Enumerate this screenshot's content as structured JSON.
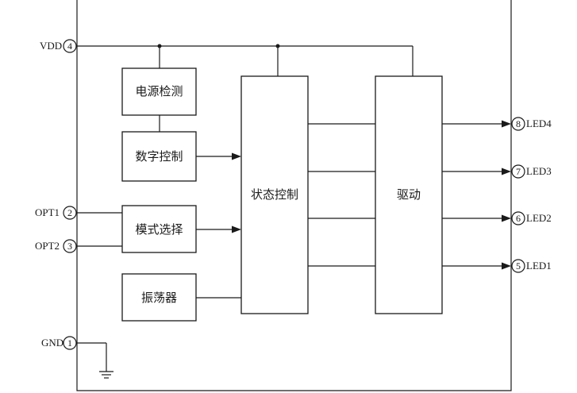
{
  "blocks": {
    "power_detect": "电源检测",
    "digital_control": "数字控制",
    "mode_select": "模式选择",
    "oscillator": "振荡器",
    "state_control": "状态控制",
    "driver": "驱动"
  },
  "pins": {
    "vdd": {
      "name": "VDD",
      "num": "4"
    },
    "opt1": {
      "name": "OPT1",
      "num": "2"
    },
    "opt2": {
      "name": "OPT2",
      "num": "3"
    },
    "gnd": {
      "name": "GND",
      "num": "1"
    },
    "led4": {
      "name": "LED4",
      "num": "8"
    },
    "led3": {
      "name": "LED3",
      "num": "7"
    },
    "led2": {
      "name": "LED2",
      "num": "6"
    },
    "led1": {
      "name": "LED1",
      "num": "5"
    }
  }
}
